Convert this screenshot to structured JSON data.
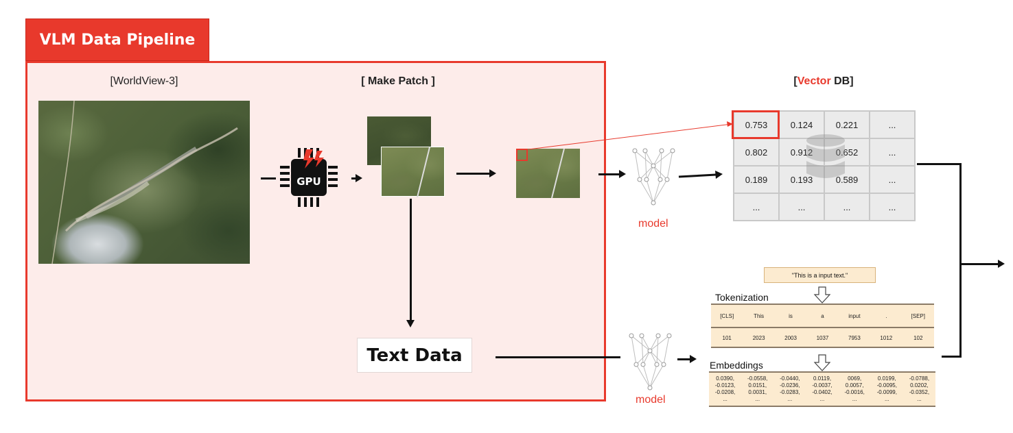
{
  "title": "VLM Data Pipeline",
  "labels": {
    "worldview": "[WorldView-3]",
    "make_patch": "[ Make Patch ]",
    "vector_db_open": "[",
    "vector_db_word": "Vector",
    "vector_db_close": " DB]",
    "gpu": "GPU",
    "text_data": "Text Data",
    "model_top": "model",
    "model_bottom": "model",
    "tokenization": "Tokenization",
    "embeddings": "Embeddings",
    "input_text": "\"This is a input text.\""
  },
  "colors": {
    "accent": "#e8392c",
    "panel": "#fdecea",
    "token_panel": "#fcebd0"
  },
  "vector_db": {
    "rows": [
      [
        "0.753",
        "0.124",
        "0.221",
        "..."
      ],
      [
        "0.802",
        "0.912",
        "0.652",
        "..."
      ],
      [
        "0.189",
        "0.193",
        "0.589",
        "..."
      ],
      [
        "...",
        "...",
        "...",
        "..."
      ]
    ]
  },
  "tokens": [
    "[CLS]",
    "This",
    "is",
    "a",
    "input",
    ".",
    "[SEP]"
  ],
  "token_ids": [
    "101",
    "2023",
    "2003",
    "1037",
    "7953",
    "1012",
    "102"
  ],
  "embeddings": [
    [
      "0.0390,",
      "-0.0558,",
      "-0.0440,",
      "0.0119,",
      "0069,",
      "0.0199,",
      "-0.0788,"
    ],
    [
      "-0.0123,",
      "0.0151,",
      "-0.0236,",
      "-0.0037,",
      "0.0057,",
      "-0.0095,",
      "0.0202,"
    ],
    [
      "-0.0208,",
      "0.0031,",
      "-0.0283,",
      "-0.0402,",
      "-0.0016,",
      "-0.0099,",
      "-0.0352,"
    ],
    [
      "...",
      "...",
      "...",
      "...",
      "...",
      "...",
      "..."
    ]
  ]
}
